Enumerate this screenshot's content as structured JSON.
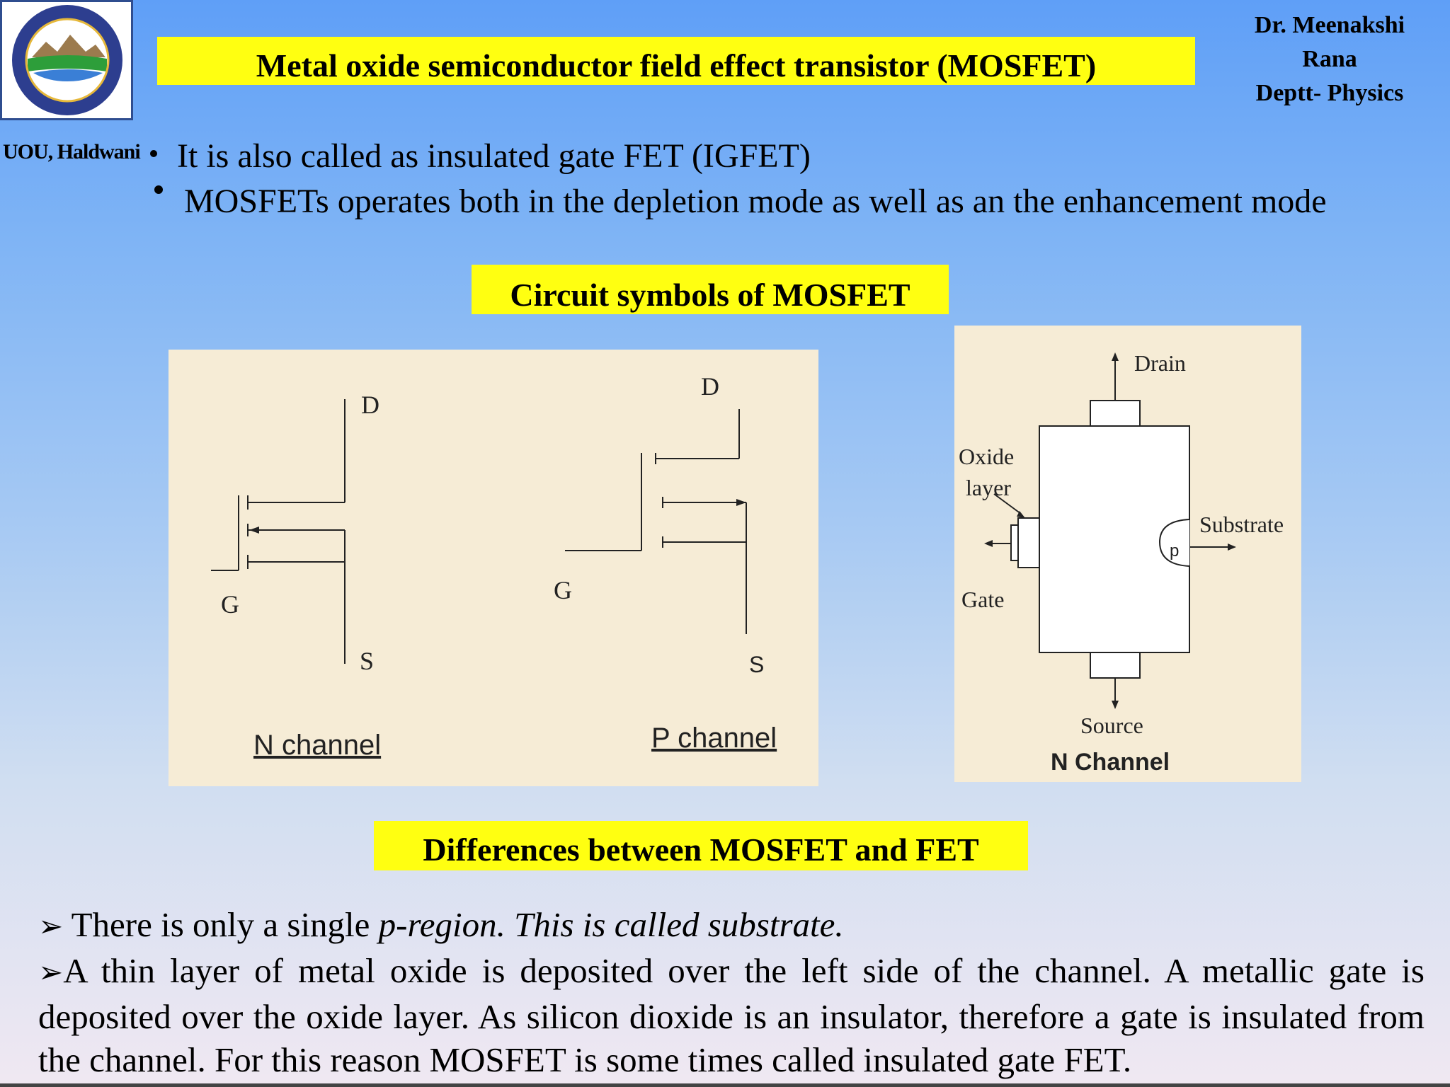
{
  "header": {
    "title": "Metal oxide semiconductor field effect transistor (MOSFET)",
    "author_lines": [
      "Dr. Meenakshi",
      "Rana",
      "Deptt- Physics"
    ],
    "institution": "UOU, Haldwani"
  },
  "intro": {
    "line1": "It is also called as insulated gate FET (IGFET)",
    "bullet1": "MOSFETs operates both in the depletion mode as well as an the enhancement mode"
  },
  "section1": {
    "heading": "Circuit symbols of MOSFET"
  },
  "symbols": {
    "n_channel": {
      "D": "D",
      "G": "G",
      "S": "S",
      "caption": "N channel"
    },
    "p_channel": {
      "D": "D",
      "G": "G",
      "S": "S",
      "caption": "P channel"
    }
  },
  "structure": {
    "drain": "Drain",
    "oxide_line1": "Oxide",
    "oxide_line2": "layer",
    "substrate": "Substrate",
    "p": "p",
    "gate": "Gate",
    "source": "Source",
    "caption": "N Channel"
  },
  "section2": {
    "heading": "Differences between MOSFET and FET"
  },
  "points": {
    "p1_normal": "There is only a single ",
    "p1_italic": "p-region. This is called substrate.",
    "p2": "A thin layer of metal oxide is deposited over the left side of the channel. A metallic gate is deposited over the oxide layer. As silicon dioxide is an insulator, therefore a gate is insulated from the channel. For this reason MOSFET is some times called insulated gate FET."
  }
}
